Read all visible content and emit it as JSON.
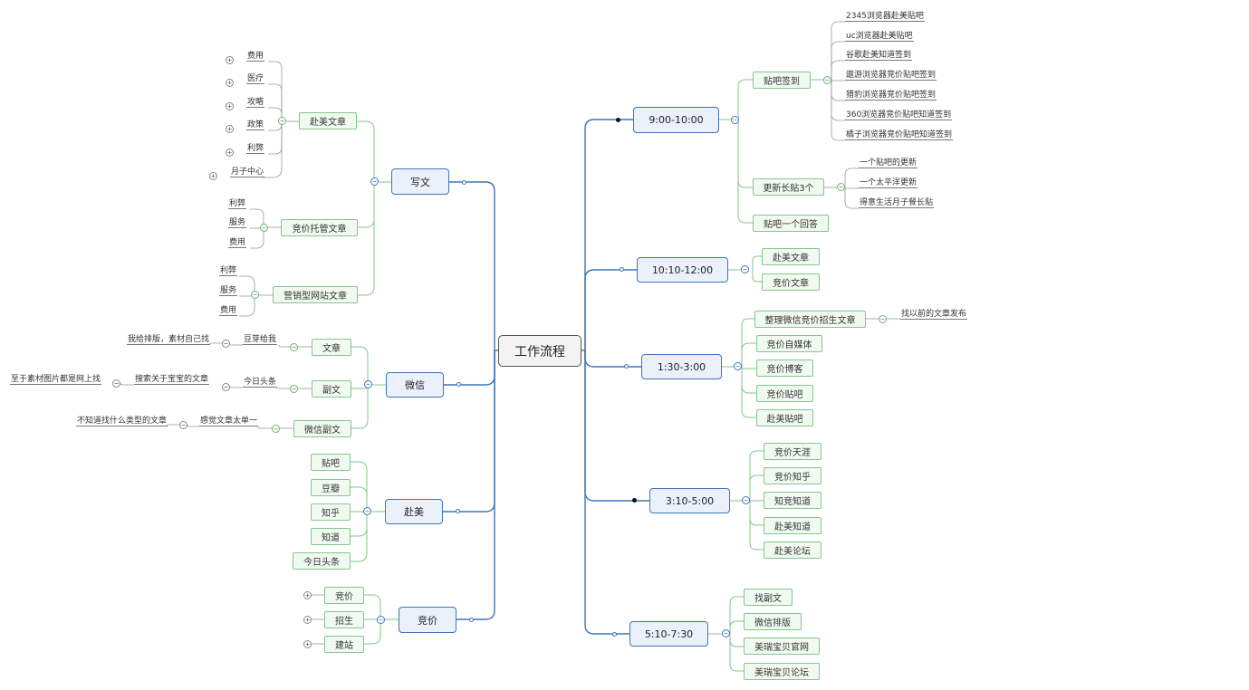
{
  "central": "工作流程",
  "right": [
    {
      "label": "9:00-10:00",
      "children": [
        {
          "label": "贴吧签到",
          "children": [
            "2345浏览器赴美贴吧",
            "uc浏览器赴美贴吧",
            "谷歌赴美知道签到",
            "遨游浏览器竞价贴吧签到",
            "猎豹浏览器竞价贴吧签到",
            "360浏览器竞价贴吧知道签到",
            "橘子浏览器竞价贴吧知道签到"
          ]
        },
        {
          "label": "更新长贴3个",
          "children": [
            "一个贴吧的更新",
            "一个太平洋更新",
            "得意生活月子餐长贴"
          ]
        },
        {
          "label": "贴吧一个回答",
          "children": []
        }
      ]
    },
    {
      "label": "10:10-12:00",
      "children": [
        {
          "label": "赴美文章",
          "children": []
        },
        {
          "label": "竞价文章",
          "children": []
        }
      ]
    },
    {
      "label": "1:30-3:00",
      "children": [
        {
          "label": "整理微信竞价招生文章",
          "children": [
            "找以前的文章发布"
          ]
        },
        {
          "label": "竞价自媒体",
          "children": []
        },
        {
          "label": "竞价博客",
          "children": []
        },
        {
          "label": "竞价贴吧",
          "children": []
        },
        {
          "label": "赴美贴吧",
          "children": []
        }
      ]
    },
    {
      "label": "3:10-5:00",
      "children": [
        {
          "label": "竞价天涯",
          "children": []
        },
        {
          "label": "竞价知乎",
          "children": []
        },
        {
          "label": "知竞知道",
          "children": []
        },
        {
          "label": "赴美知道",
          "children": []
        },
        {
          "label": "赴美论坛",
          "children": []
        }
      ]
    },
    {
      "label": "5:10-7:30",
      "children": [
        {
          "label": "找副文",
          "children": []
        },
        {
          "label": "微信排版",
          "children": []
        },
        {
          "label": "美瑞宝贝官网",
          "children": []
        },
        {
          "label": "美瑞宝贝论坛",
          "children": []
        }
      ]
    }
  ],
  "left": [
    {
      "label": "写文",
      "children": [
        {
          "label": "赴美文章",
          "children": [
            "费用",
            "医疗",
            "攻略",
            "政策",
            "利弊",
            "月子中心"
          ]
        },
        {
          "label": "竞价托管文章",
          "children": [
            "利弊",
            "服务",
            "费用"
          ]
        },
        {
          "label": "营销型网站文章",
          "children": [
            "利弊",
            "服务",
            "费用"
          ]
        }
      ]
    },
    {
      "label": "微信",
      "children": [
        {
          "label": "文章",
          "children": [
            {
              "label": "豆芽给我",
              "children": [
                "我给排版，素材自己找"
              ]
            }
          ]
        },
        {
          "label": "副文",
          "children": [
            {
              "label": "今日头条",
              "children": [
                {
                  "label": "搜索关于宝宝的文章",
                  "children": [
                    "至于素材图片都是网上找"
                  ]
                }
              ]
            }
          ]
        },
        {
          "label": "微信副文",
          "children": [
            {
              "label": "感觉文章太单一",
              "children": [
                "不知道找什么类型的文章"
              ]
            }
          ]
        }
      ]
    },
    {
      "label": "赴美",
      "children": [
        {
          "label": "贴吧",
          "children": []
        },
        {
          "label": "豆瓣",
          "children": []
        },
        {
          "label": "知乎",
          "children": []
        },
        {
          "label": "知道",
          "children": []
        },
        {
          "label": "今日头条",
          "children": []
        }
      ]
    },
    {
      "label": "竞价",
      "children": [
        {
          "label": "竞价",
          "children": []
        },
        {
          "label": "招生",
          "children": []
        },
        {
          "label": "建站",
          "children": []
        }
      ]
    }
  ],
  "colors": {
    "main_branch": "#3f75b8",
    "sub_branch": "#86c58d",
    "leaf_branch": "#999999"
  },
  "toggles": {
    "collapse": "−",
    "expand": "+"
  }
}
